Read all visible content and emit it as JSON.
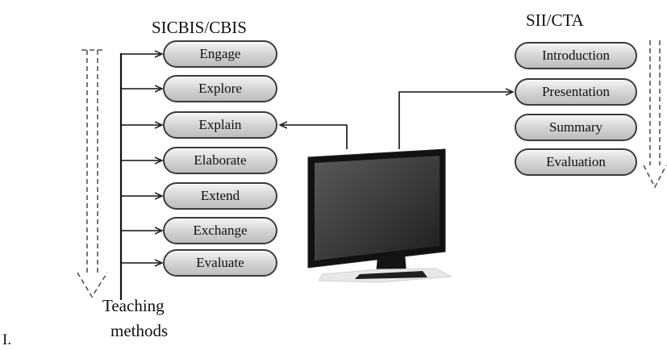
{
  "left_panel": {
    "title": "SICBIS/CBIS",
    "steps": [
      "Engage",
      "Explore",
      "Explain",
      "Elaborate",
      "Extend",
      "Exchange",
      "Evaluate"
    ],
    "bracket_label_line1": "Teaching",
    "bracket_label_line2": "methods"
  },
  "right_panel": {
    "title": "SII/CTA",
    "steps": [
      "Introduction",
      "Presentation",
      "Summary",
      "Evaluation"
    ]
  },
  "figure_index": "I.",
  "icons": [
    "computer-monitor-icon",
    "dashed-down-arrow-icon"
  ]
}
